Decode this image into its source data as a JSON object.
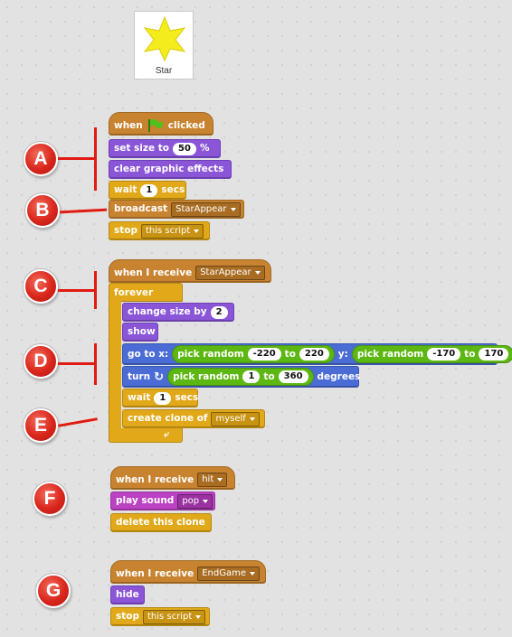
{
  "sprite": {
    "name": "Star",
    "icon": "star-icon"
  },
  "markers": [
    "A",
    "B",
    "C",
    "D",
    "E",
    "F",
    "G"
  ],
  "script1": {
    "hat_when": "when",
    "hat_clicked": "clicked",
    "hat_icon": "green-flag-icon",
    "set_size_label": "set size to",
    "set_size_value": "50",
    "set_size_unit": "%",
    "clear_effects_label": "clear graphic effects",
    "wait_label": "wait",
    "wait_value": "1",
    "wait_unit": "secs",
    "broadcast_label": "broadcast",
    "broadcast_value": "StarAppear",
    "stop_label": "stop",
    "stop_value": "this script"
  },
  "script2": {
    "hat_label": "when I receive",
    "hat_value": "StarAppear",
    "forever_label": "forever",
    "change_size_label": "change size by",
    "change_size_value": "2",
    "show_label": "show",
    "goto_label": "go to x:",
    "pick_random_label": "pick random",
    "to_label": "to",
    "x_min": "-220",
    "x_max": "220",
    "y_label": "y:",
    "y_min": "-170",
    "y_max": "170",
    "turn_label": "turn",
    "turn_icon": "rotate-right-icon",
    "turn_min": "1",
    "turn_max": "360",
    "degrees_label": "degrees",
    "wait_label": "wait",
    "wait_value": "1",
    "wait_unit": "secs",
    "clone_label": "create clone of",
    "clone_value": "myself"
  },
  "script3": {
    "hat_label": "when I receive",
    "hat_value": "hit",
    "play_sound_label": "play sound",
    "play_sound_value": "pop",
    "delete_label": "delete this clone"
  },
  "script4": {
    "hat_label": "when I receive",
    "hat_value": "EndGame",
    "hide_label": "hide",
    "stop_label": "stop",
    "stop_value": "this script"
  }
}
